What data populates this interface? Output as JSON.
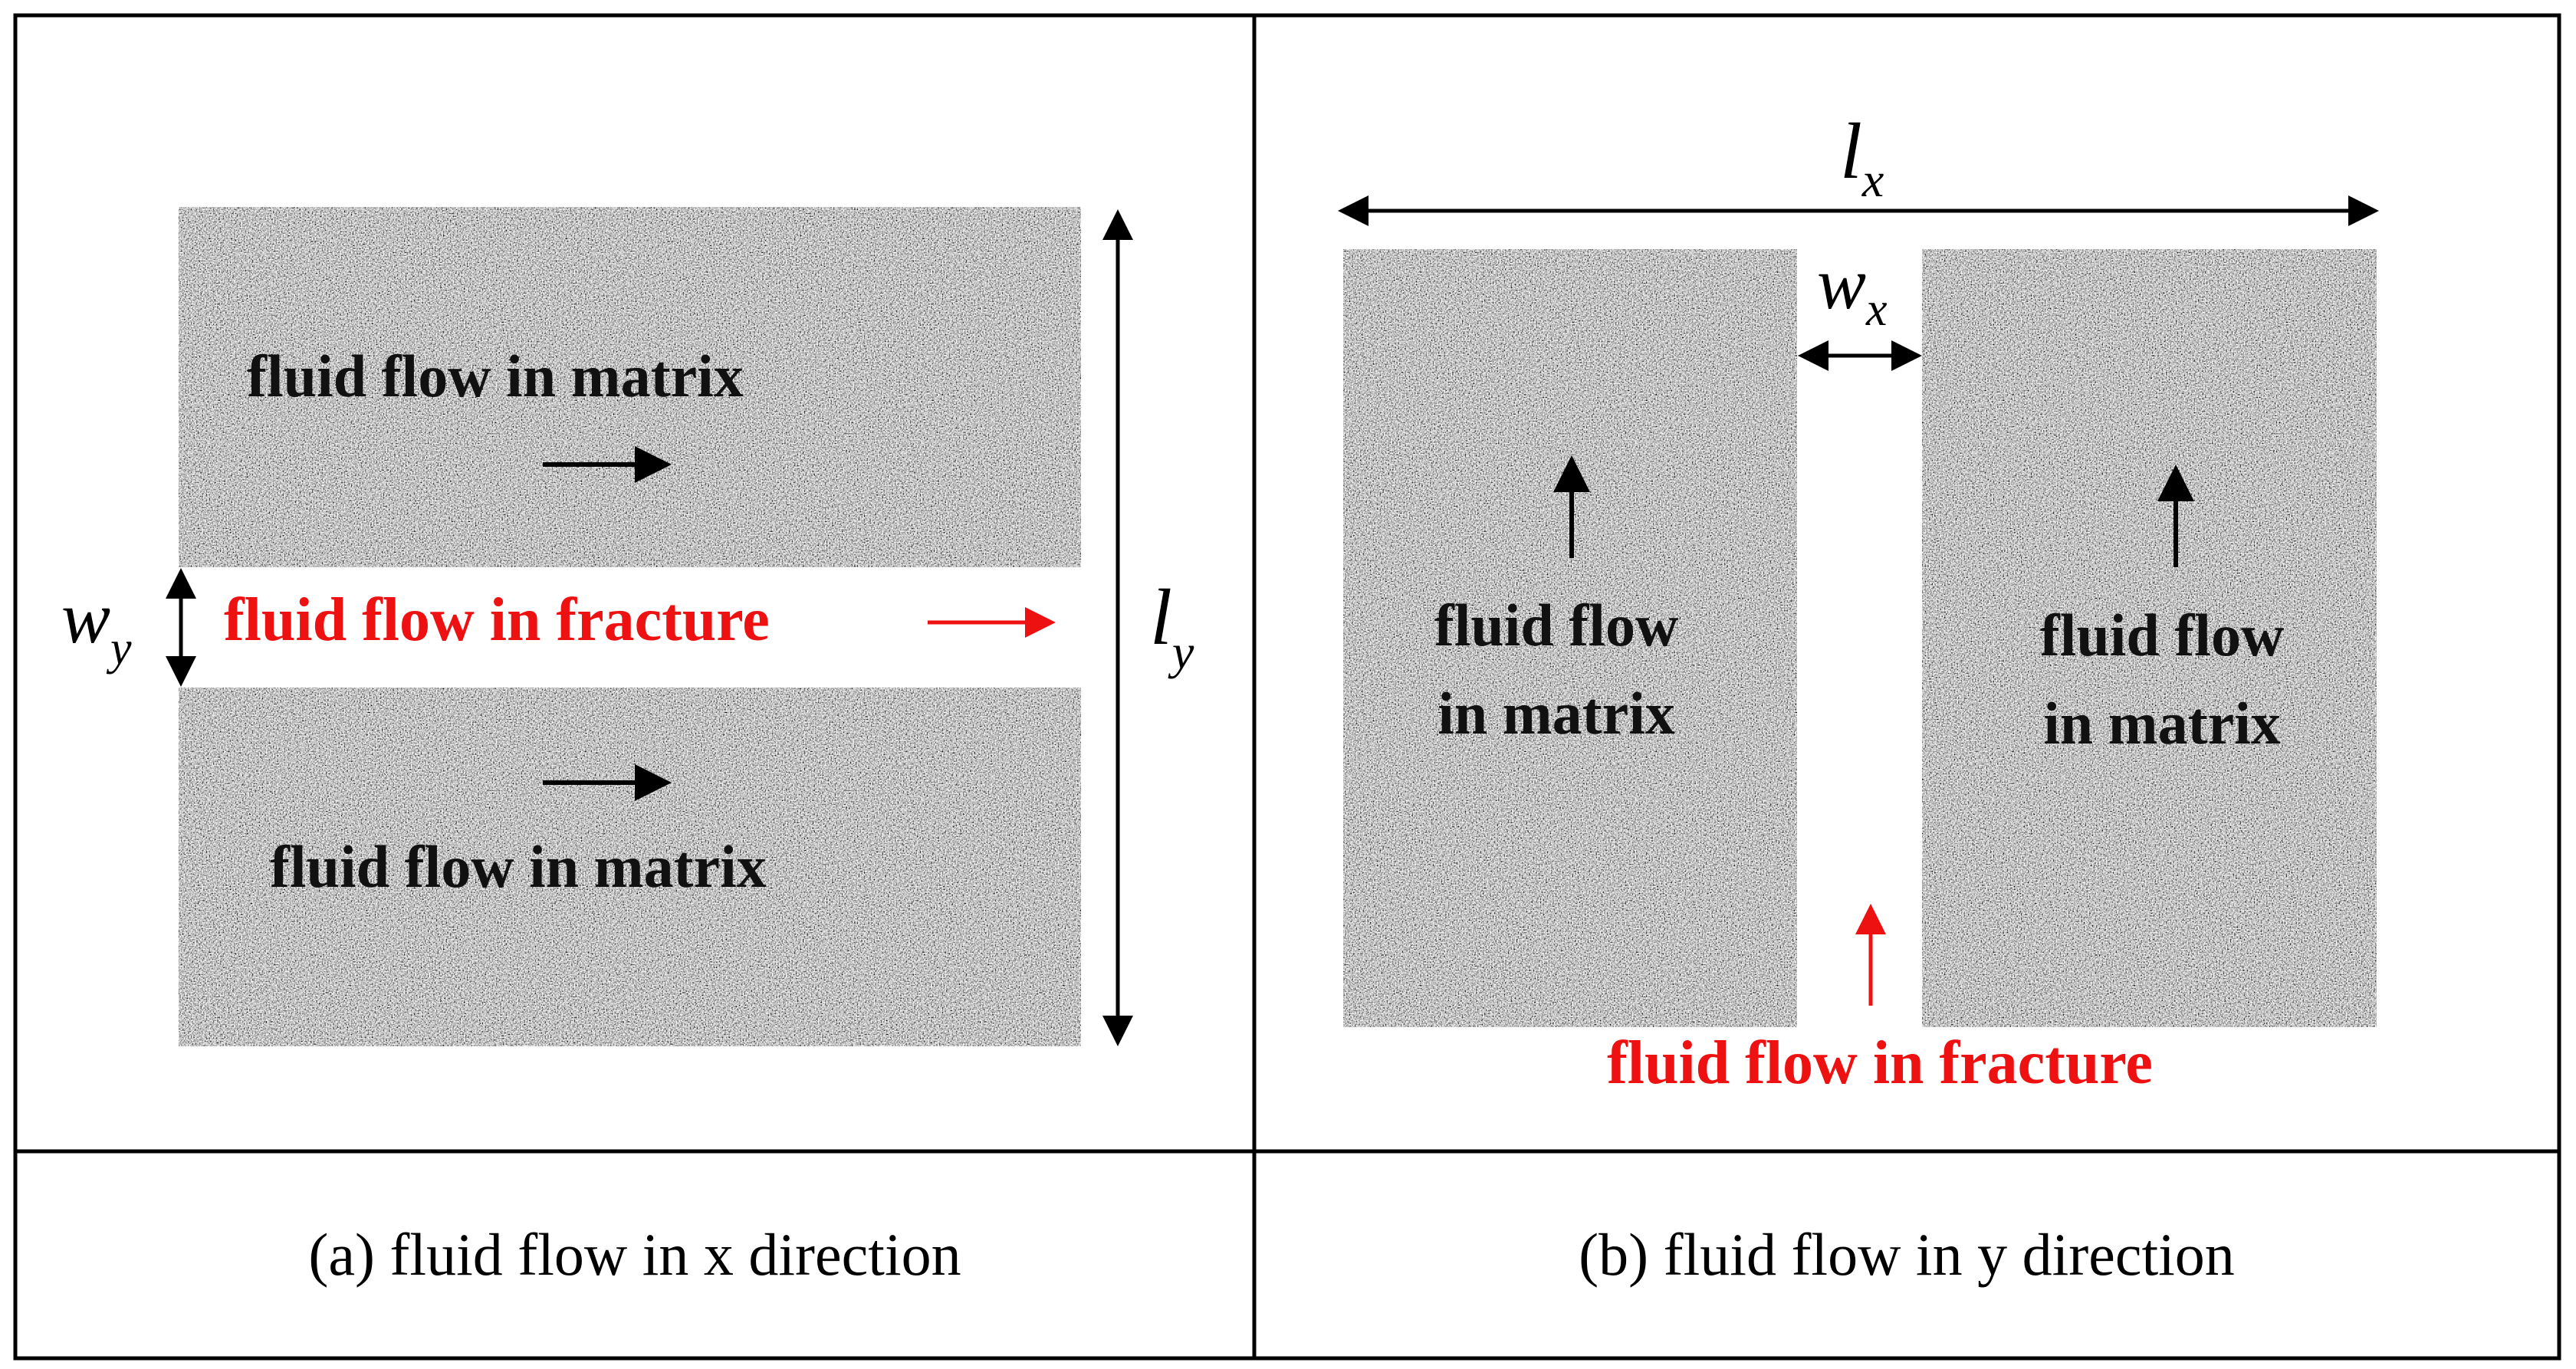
{
  "panel_a": {
    "matrix_label_top": "fluid flow in matrix",
    "matrix_label_bottom": "fluid flow in matrix",
    "fracture_label": "fluid flow in fracture",
    "width_symbol": "w",
    "width_subscript": "y",
    "length_symbol": "l",
    "length_subscript": "y",
    "caption": "(a) fluid flow in x direction"
  },
  "panel_b": {
    "matrix_label_left_line1": "fluid flow",
    "matrix_label_left_line2": "in matrix",
    "matrix_label_right_line1": "fluid flow",
    "matrix_label_right_line2": "in matrix",
    "fracture_label": "fluid flow in fracture",
    "width_symbol": "w",
    "width_subscript": "x",
    "length_symbol": "l",
    "length_subscript": "x",
    "caption": "(b) fluid flow in y direction"
  },
  "colors": {
    "fracture_text": "#ee1111",
    "matrix_text": "#111111",
    "border": "#000000",
    "matrix_grain": "#8a8a8a"
  }
}
